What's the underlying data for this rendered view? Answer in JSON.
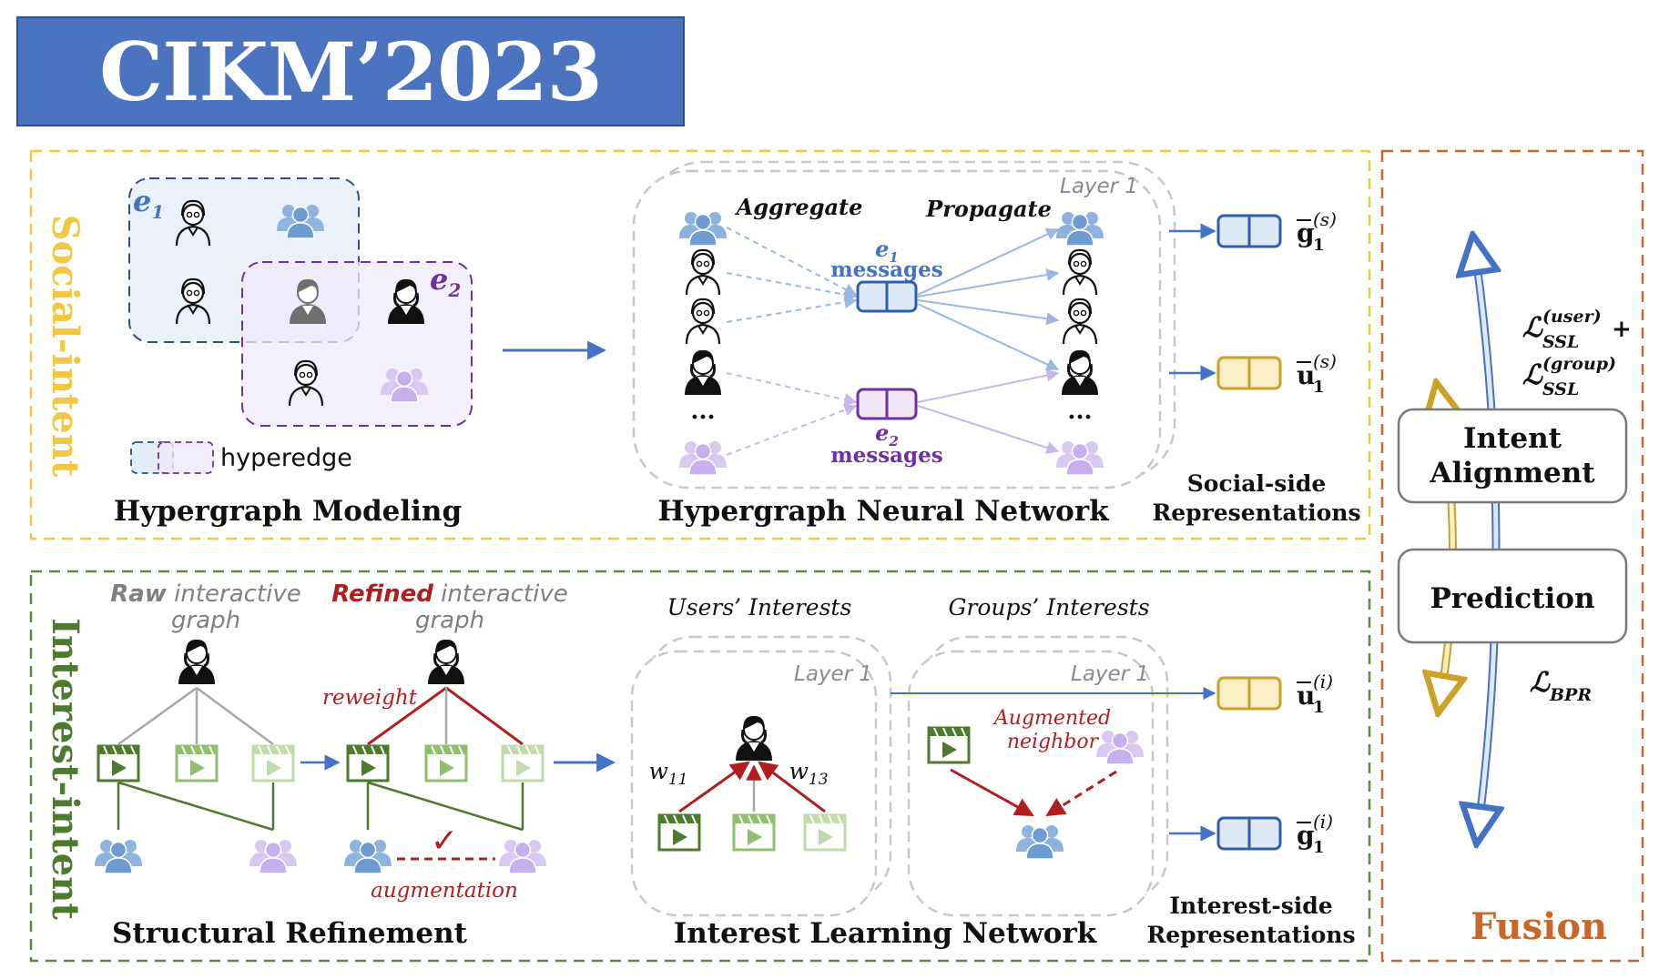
{
  "title": "CIKM’2023",
  "social": {
    "side_label": "Social-intent",
    "hypergraph_modeling": "Hypergraph Modeling",
    "hypergraph_nn": "Hypergraph Neural Network",
    "hyperedge_legend": "hyperedge",
    "e1": "e",
    "e1_sub": "1",
    "e2": "e",
    "e2_sub": "2",
    "aggregate": "Aggregate",
    "propagate": "Propagate",
    "layer": "Layer 1",
    "e1_msg_letter": "e",
    "e1_msg_sub": "1",
    "e1_msg_word": "messages",
    "e2_msg_letter": "e",
    "e2_msg_sub": "2",
    "e2_msg_word": "messages",
    "ellipsis": "...",
    "rep_g_base": "g",
    "rep_g_sub": "1",
    "rep_g_sup": "(s)",
    "rep_u_base": "u",
    "rep_u_sub": "1",
    "rep_u_sup": "(s)",
    "rep_caption_1": "Social-side",
    "rep_caption_2": "Representations"
  },
  "interest": {
    "side_label": "Interest-intent",
    "structural_refinement": "Structural Refinement",
    "interest_learning_network": "Interest Learning Network",
    "raw_bold": "Raw",
    "raw_rest": " interactive",
    "raw_graph": "graph",
    "refined_bold": "Refined",
    "refined_rest": " interactive",
    "refined_graph": "graph",
    "reweight": "reweight",
    "augmentation": "augmentation",
    "users_interests": "Users’ Interests",
    "groups_interests": "Groups’ Interests",
    "layer_a": "Layer 1",
    "layer_b": "Layer 1",
    "w11_base": "w",
    "w11_sub": "11",
    "w13_base": "w",
    "w13_sub": "13",
    "augmented_1": "Augmented",
    "augmented_2": "neighbor",
    "rep_u_base": "u",
    "rep_u_sub": "1",
    "rep_u_sup": "(i)",
    "rep_g_base": "g",
    "rep_g_sub": "1",
    "rep_g_sup": "(i)",
    "rep_caption_1": "Interest-side",
    "rep_caption_2": "Representations"
  },
  "fusion": {
    "label": "Fusion",
    "intent_alignment_1": "Intent",
    "intent_alignment_2": "Alignment",
    "prediction": "Prediction",
    "loss_l": "ℒ",
    "loss_user_sup": "(user)",
    "loss_ssl_sub": "SSL",
    "loss_plus": "+",
    "loss_group_sup": "(group)",
    "loss_ssl_sub2": "SSL",
    "loss_bpr_sub": "BPR"
  },
  "colors": {
    "banner": "#4b73bf",
    "social_frame": "#f2c744",
    "social_label": "#f2c744",
    "interest_frame": "#5b8a3a",
    "interest_label": "#4e7a30",
    "fusion_frame": "#c8672a",
    "fusion_label": "#c8672a",
    "blue": "#4472c4",
    "purple": "#7030a0",
    "red": "#b01f1f",
    "gold": "#c9a227",
    "green_dark": "#4e7a30",
    "green_mid": "#8fbf6f",
    "green_light": "#bfdcaa"
  },
  "icons": {
    "user": "user-icon",
    "group": "group-icon",
    "video": "video-icon"
  }
}
